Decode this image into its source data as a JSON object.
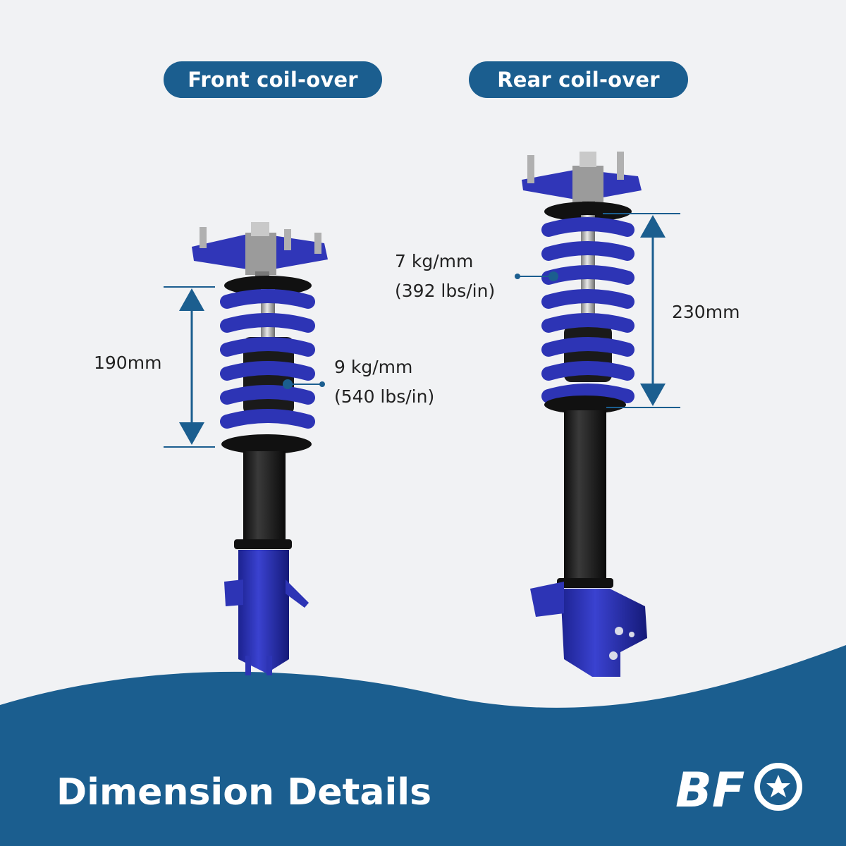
{
  "front": {
    "title": "Front coil-over",
    "spring_length": "190mm",
    "spring_rate": "9 kg/mm",
    "spring_rate_imperial": "(540 lbs/in)"
  },
  "rear": {
    "title": "Rear coil-over",
    "spring_length": "230mm",
    "spring_rate": "7 kg/mm",
    "spring_rate_imperial": "(392 lbs/in)"
  },
  "footer": {
    "title": "Dimension Details",
    "brand": "BF"
  },
  "colors": {
    "background": "#f1f2f4",
    "accent": "#1b5e8f",
    "spring": "#2d34b5",
    "body": "#1a1a1a"
  }
}
